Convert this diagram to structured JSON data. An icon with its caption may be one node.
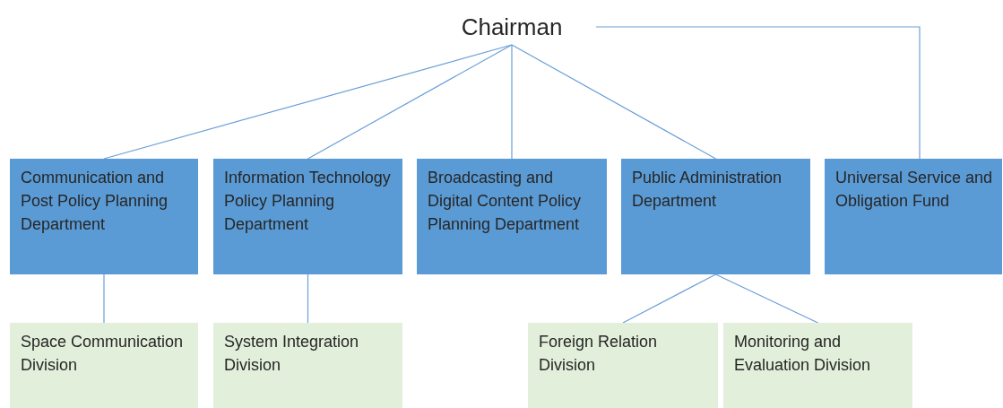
{
  "diagram": {
    "nodes": [
      {
        "text": [
          "Chairman"
        ]
      },
      {
        "text": [
          "Communication and Post Policy Planning Department"
        ]
      },
      {
        "text": [
          "Information Technology Policy Planning Department"
        ]
      },
      {
        "text": [
          "Broadcasting and Digital Content Policy Planning Department"
        ]
      },
      {
        "text": [
          "Public Administration Department"
        ]
      },
      {
        "text": [
          "Universal Service and Obligation Fund"
        ]
      },
      {
        "text": [
          "Space Communication Division"
        ]
      },
      {
        "text": [
          "System Integration Division"
        ]
      },
      {
        "text": [
          "Foreign Relation Division"
        ]
      },
      {
        "text": [
          "Monitoring and Evaluation Division"
        ]
      }
    ],
    "edges": [
      {
        "from": 0,
        "to": 1,
        "arrow": "none"
      },
      {
        "from": 0,
        "to": 2,
        "arrow": "none"
      },
      {
        "from": 0,
        "to": 3,
        "arrow": "none"
      },
      {
        "from": 0,
        "to": 4,
        "arrow": "none"
      },
      {
        "from": 0,
        "to": 5,
        "arrow": "none"
      },
      {
        "from": 1,
        "to": 6,
        "arrow": "none"
      },
      {
        "from": 2,
        "to": 7,
        "arrow": "none"
      },
      {
        "from": 4,
        "to": 8,
        "arrow": "none"
      },
      {
        "from": 4,
        "to": 9,
        "arrow": "none"
      }
    ]
  }
}
